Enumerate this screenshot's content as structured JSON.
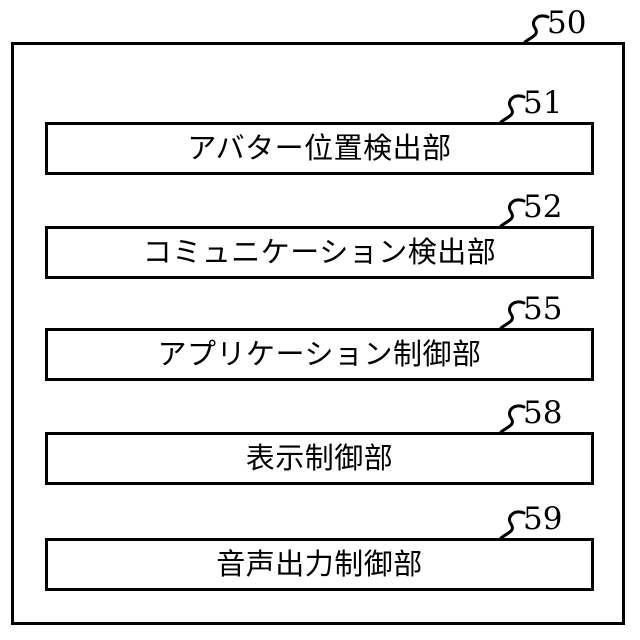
{
  "figure": {
    "type": "patent-block-diagram",
    "language": "ja",
    "outer_unit": {
      "ref": "50",
      "name": "outer-enclosure"
    },
    "blocks": [
      {
        "ref": "51",
        "label": "アバター位置検出部"
      },
      {
        "ref": "52",
        "label": "コミュニケーション検出部"
      },
      {
        "ref": "55",
        "label": "アプリケーション制御部"
      },
      {
        "ref": "58",
        "label": "表示制御部"
      },
      {
        "ref": "59",
        "label": "音声出力制御部"
      }
    ],
    "style": {
      "line_color": "#000000",
      "fill_color": "#ffffff",
      "leader": "s-curve-hook"
    }
  }
}
